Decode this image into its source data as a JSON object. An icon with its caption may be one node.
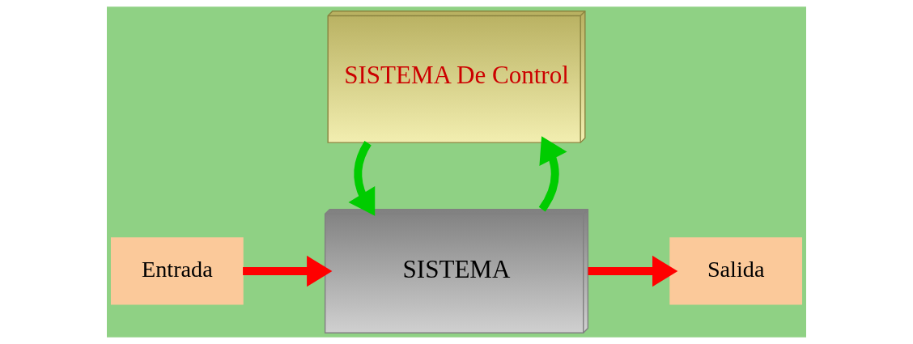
{
  "diagram": {
    "nodes": [
      {
        "text": [
          "Entrada"
        ]
      },
      {
        "text": [
          "SISTEMA"
        ]
      },
      {
        "text": [
          "Salida"
        ]
      },
      {
        "text": [
          "SISTEMA De Control"
        ]
      }
    ],
    "edges": [
      {
        "from": 0,
        "to": 1,
        "arrow": "to",
        "color": "#ff0000"
      },
      {
        "from": 1,
        "to": 2,
        "arrow": "to",
        "color": "#ff0000"
      },
      {
        "from": 1,
        "to": 3,
        "arrow": "to",
        "color": "#00cc00"
      },
      {
        "from": 3,
        "to": 1,
        "arrow": "to",
        "color": "#00cc00"
      }
    ]
  }
}
